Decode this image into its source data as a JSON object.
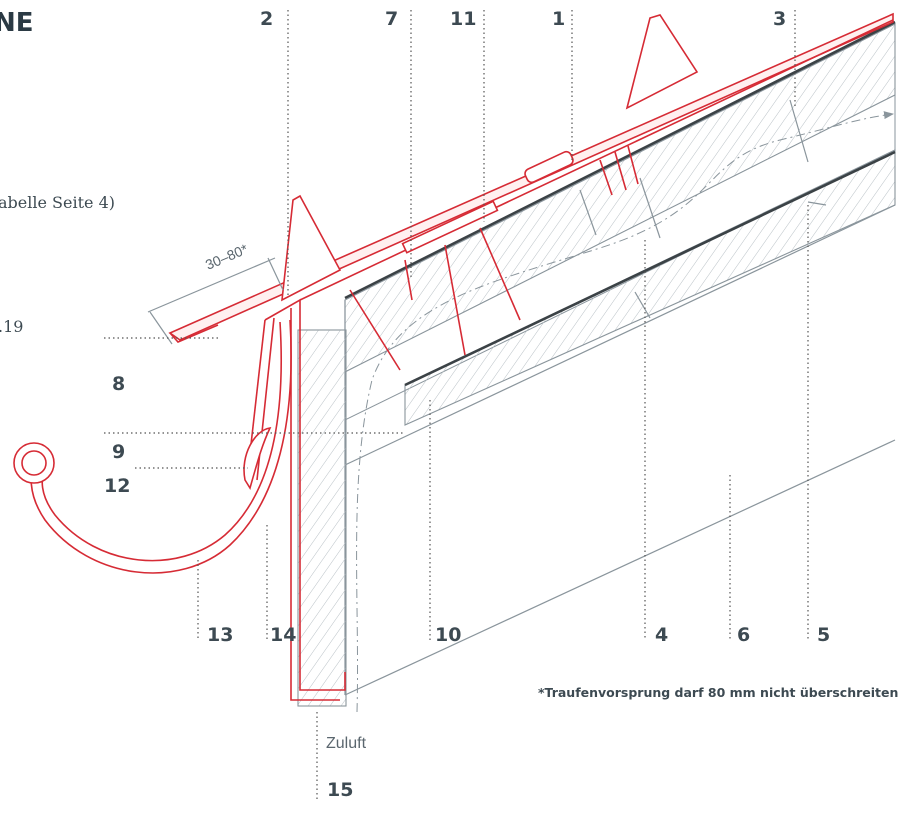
{
  "heading_fragment": "NE",
  "left_text": {
    "line1": "abelle Seite 4)",
    "line2": ".19"
  },
  "dimension_label": "30–80*",
  "callouts": {
    "c1": "1",
    "c2": "2",
    "c3": "3",
    "c4": "4",
    "c5": "5",
    "c6": "6",
    "c7": "7",
    "c8": "8",
    "c9": "9",
    "c10": "10",
    "c11": "11",
    "c12": "12",
    "c13": "13",
    "c14": "14",
    "c15": "15"
  },
  "airflow_label": "Zuluft",
  "footnote": "*Traufenvorsprung darf 80 mm nicht überschreiten",
  "colors": {
    "accent": "#d62b35",
    "structure": "#8a959c",
    "text": "#3d4a52"
  }
}
